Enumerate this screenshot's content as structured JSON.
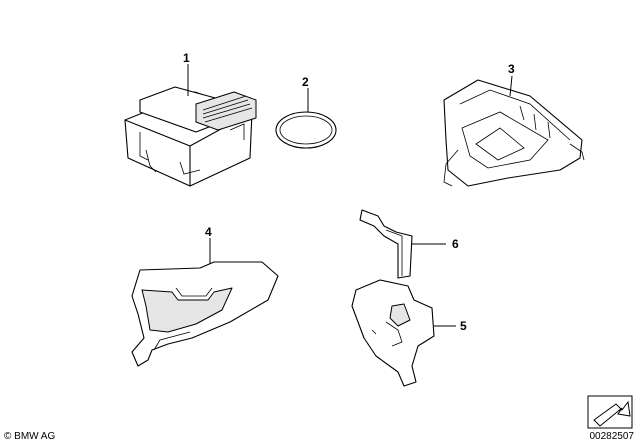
{
  "callouts": {
    "p1": "1",
    "p2": "2",
    "p3": "3",
    "p4": "4",
    "p5": "5",
    "p6": "6"
  },
  "footer": {
    "copyright": "© BMW AG",
    "drawing_number": "00282507"
  },
  "icons": {
    "corner": "arrow-box-icon"
  }
}
